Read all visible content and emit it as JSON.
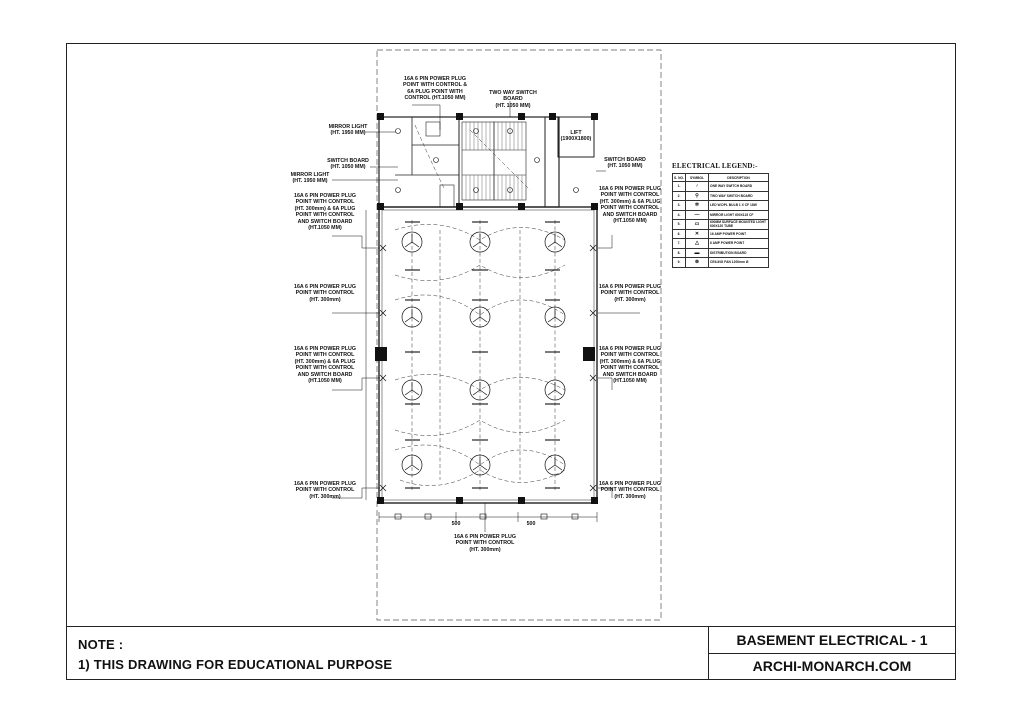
{
  "note": {
    "heading": "NOTE :",
    "line1": "1) THIS DRAWING FOR EDUCATIONAL PURPOSE"
  },
  "title_block": {
    "title": "BASEMENT ELECTRICAL - 1",
    "website": "ARCHI-MONARCH.COM"
  },
  "annotations": {
    "top_plug": "16A 6 PIN POWER PLUG\nPOINT WITH CONTROL &\n6A PLUG POINT WITH\nCONTROL (HT.1050 MM)",
    "two_way": "TWO WAY SWITCH BOARD\n(HT. 1050 MM)",
    "mirror1": "MIRROR LIGHT\n(HT. 1950 MM)",
    "switch_left": "SWITCH BOARD\n(HT. 1050 MM)",
    "mirror2": "MIRROR LIGHT\n(HT. 1950 MM)",
    "left1": "16A 6 PIN POWER PLUG\nPOINT WITH CONTROL\n(HT. 300mm) & 6A PLUG\nPOINT WITH CONTROL\nAND SWITCH BOARD\n(HT.1050 MM)",
    "left2": "16A 6 PIN POWER PLUG\nPOINT WITH CONTROL\n(HT. 300mm)",
    "left3": "16A 6 PIN POWER PLUG\nPOINT WITH CONTROL\n(HT. 300mm) & 6A PLUG\nPOINT WITH CONTROL\nAND SWITCH BOARD\n(HT.1050 MM)",
    "left4": "16A 6 PIN POWER PLUG\nPOINT WITH CONTROL\n(HT. 300mm)",
    "switch_right": "SWITCH BOARD\n(HT. 1050 MM)",
    "right1": "16A 6 PIN POWER PLUG\nPOINT WITH CONTROL\n(HT. 300mm) & 6A PLUG\nPOINT WITH CONTROL\nAND SWITCH BOARD\n(HT.1050 MM)",
    "right2": "16A 6 PIN POWER PLUG\nPOINT WITH CONTROL\n(HT. 300mm)",
    "right3": "16A 6 PIN POWER PLUG\nPOINT WITH CONTROL\n(HT. 300mm) & 6A PLUG\nPOINT WITH CONTROL\nAND SWITCH BOARD\n(HT.1050 MM)",
    "right4": "16A 6 PIN POWER PLUG\nPOINT WITH CONTROL\n(HT. 300mm)",
    "bottom": "16A 6 PIN POWER PLUG\nPOINT WITH CONTROL\n(HT. 300mm)",
    "lift": "LIFT\n(1900X1800)",
    "dim_left": "500",
    "dim_right": "500"
  },
  "legend": {
    "title": "ELECTRICAL LEGEND:-",
    "headers": [
      "S. NO.",
      "SYMBOL",
      "DESCRIPTION"
    ],
    "rows": [
      {
        "no": "1.",
        "symbol": "♂",
        "desc": "ONE WAY SWITCH BOARD"
      },
      {
        "no": "2.",
        "symbol": "⚲",
        "desc": "TWO WAY SWITCH BOARD"
      },
      {
        "no": "3.",
        "symbol": "✲",
        "desc": "LED W.DPL\nBULB 1 X CF 18W"
      },
      {
        "no": "4.",
        "symbol": "—",
        "desc": "MIRROR LIGHT\n600X115 CF"
      },
      {
        "no": "5.",
        "symbol": "▭",
        "desc": "600MM SURFACE MOUNTED LIGHT\n600X120 TUBE"
      },
      {
        "no": "6.",
        "symbol": "✕",
        "desc": "16 AMP POWER POINT"
      },
      {
        "no": "7.",
        "symbol": "△",
        "desc": "6 AMP POWER POINT"
      },
      {
        "no": "8.",
        "symbol": "▬",
        "desc": "DISTRIBUTION BOARD"
      },
      {
        "no": "9.",
        "symbol": "⊗",
        "desc": "CEILING FAN 1200mm Ø"
      }
    ]
  }
}
